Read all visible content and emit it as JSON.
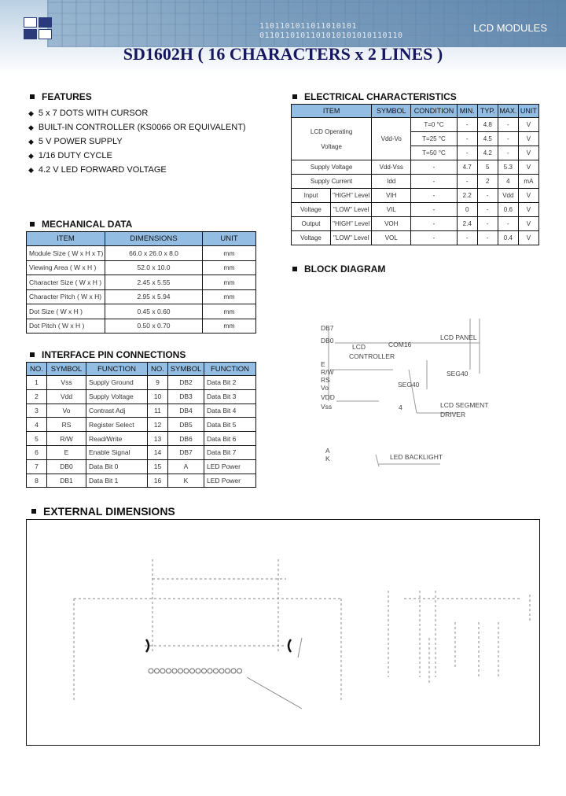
{
  "header": {
    "brand_tag": "LCD MODULES",
    "binary_1": "1101101011011010101",
    "binary_2": "0110110101101010101010110110",
    "title": "SD1602H ( 16 CHARACTERS x 2 LINES )"
  },
  "features": {
    "heading": "FEATURES",
    "items": [
      "5 x 7 DOTS WITH CURSOR",
      "BUILT-IN CONTROLLER (KS0066 OR EQUIVALENT)",
      "5 V POWER SUPPLY",
      "1/16 DUTY CYCLE",
      "4.2 V LED FORWARD VOLTAGE"
    ]
  },
  "mechanical": {
    "heading": "MECHANICAL DATA",
    "columns": [
      "ITEM",
      "DIMENSIONS",
      "UNIT"
    ],
    "rows": [
      [
        "Module Size ( W x H x T)",
        "66.0 x 26.0 x 8.0",
        "mm"
      ],
      [
        "Viewing Area ( W x H )",
        "52.0 x 10.0",
        "mm"
      ],
      [
        "Character Size ( W x H )",
        "2.45 x 5.55",
        "mm"
      ],
      [
        "Character Pitch ( W x H)",
        "2.95 x 5.94",
        "mm"
      ],
      [
        "Dot Size ( W x H )",
        "0.45 x 0.60",
        "mm"
      ],
      [
        "Dot Pitch ( W x H )",
        "0.50 x 0.70",
        "mm"
      ]
    ]
  },
  "interface": {
    "heading": "INTERFACE PIN CONNECTIONS",
    "columns": [
      "NO.",
      "SYMBOL",
      "FUNCTION",
      "NO.",
      "SYMBOL",
      "FUNCTION"
    ],
    "rows": [
      [
        "1",
        "Vss",
        "Supply Ground",
        "9",
        "DB2",
        "Data Bit 2"
      ],
      [
        "2",
        "Vdd",
        "Supply Voltage",
        "10",
        "DB3",
        "Data Bit 3"
      ],
      [
        "3",
        "Vo",
        "Contrast Adj",
        "11",
        "DB4",
        "Data Bit 4"
      ],
      [
        "4",
        "RS",
        "Register Select",
        "12",
        "DB5",
        "Data Bit 5"
      ],
      [
        "5",
        "R/W",
        "Read/Write",
        "13",
        "DB6",
        "Data Bit 6"
      ],
      [
        "6",
        "E",
        "Enable Signal",
        "14",
        "DB7",
        "Data Bit 7"
      ],
      [
        "7",
        "DB0",
        "Data Bit 0",
        "15",
        "A",
        "LED Power"
      ],
      [
        "8",
        "DB1",
        "Data Bit 1",
        "16",
        "K",
        "LED Power"
      ]
    ]
  },
  "electrical": {
    "heading": "ELECTRICAL CHARACTERISTICS",
    "columns": [
      "ITEM",
      "SYMBOL",
      "CONDITION",
      "MIN.",
      "TYP.",
      "MAX.",
      "UNIT"
    ],
    "lcd_item_a": "LCD Operating",
    "lcd_item_b": "Voltage",
    "lcd_symbol": "Vdd-Vo",
    "lcd_rows": [
      [
        "T=0 °C",
        "-",
        "4.8",
        "-",
        "V"
      ],
      [
        "T=25 °C",
        "-",
        "4.5",
        "-",
        "V"
      ],
      [
        "T=50 °C",
        "-",
        "4.2",
        "-",
        "V"
      ]
    ],
    "supply_voltage": [
      "Supply Voltage",
      "Vdd-Vss",
      "-",
      "4.7",
      "5",
      "5.3",
      "V"
    ],
    "supply_current": [
      "Supply Current",
      "Idd",
      "-",
      "-",
      "2",
      "4",
      "mA"
    ],
    "input_a": "Input",
    "input_b": "Voltage",
    "input_rows": [
      [
        "\"HIGH\" Level",
        "VIH",
        "-",
        "2.2",
        "-",
        "Vdd",
        "V"
      ],
      [
        "\"LOW\" Level",
        "VIL",
        "-",
        "0",
        "-",
        "0.6",
        "V"
      ]
    ],
    "output_a": "Output",
    "output_b": "Voltage",
    "output_rows": [
      [
        "\"HIGH\" Level",
        "VOH",
        "-",
        "2.4",
        "-",
        "-",
        "V"
      ],
      [
        "\"LOW\" Level",
        "VOL",
        "-",
        "-",
        "-",
        "0.4",
        "V"
      ]
    ]
  },
  "block_diagram": {
    "heading": "BLOCK DIAGRAM",
    "labels": {
      "db7": "DB7",
      "db0": "DB0",
      "lcd_controller_1": "LCD",
      "lcd_controller_2": "CONTROLLER",
      "com16": "COM16",
      "lcd_panel": "LCD PANEL",
      "seg40_a": "SEG40",
      "seg40_b": "SEG40",
      "e": "E",
      "rw": "R/W",
      "rs": "RS",
      "vo": "Vo",
      "vdd": "VDD",
      "vss": "Vss",
      "four": "4",
      "seg_driver_1": "LCD SEGMENT",
      "seg_driver_2": "DRIVER",
      "a": "A",
      "k": "K",
      "led_backlight": "LED BACKLIGHT"
    }
  },
  "external": {
    "heading": "EXTERNAL DIMENSIONS"
  }
}
